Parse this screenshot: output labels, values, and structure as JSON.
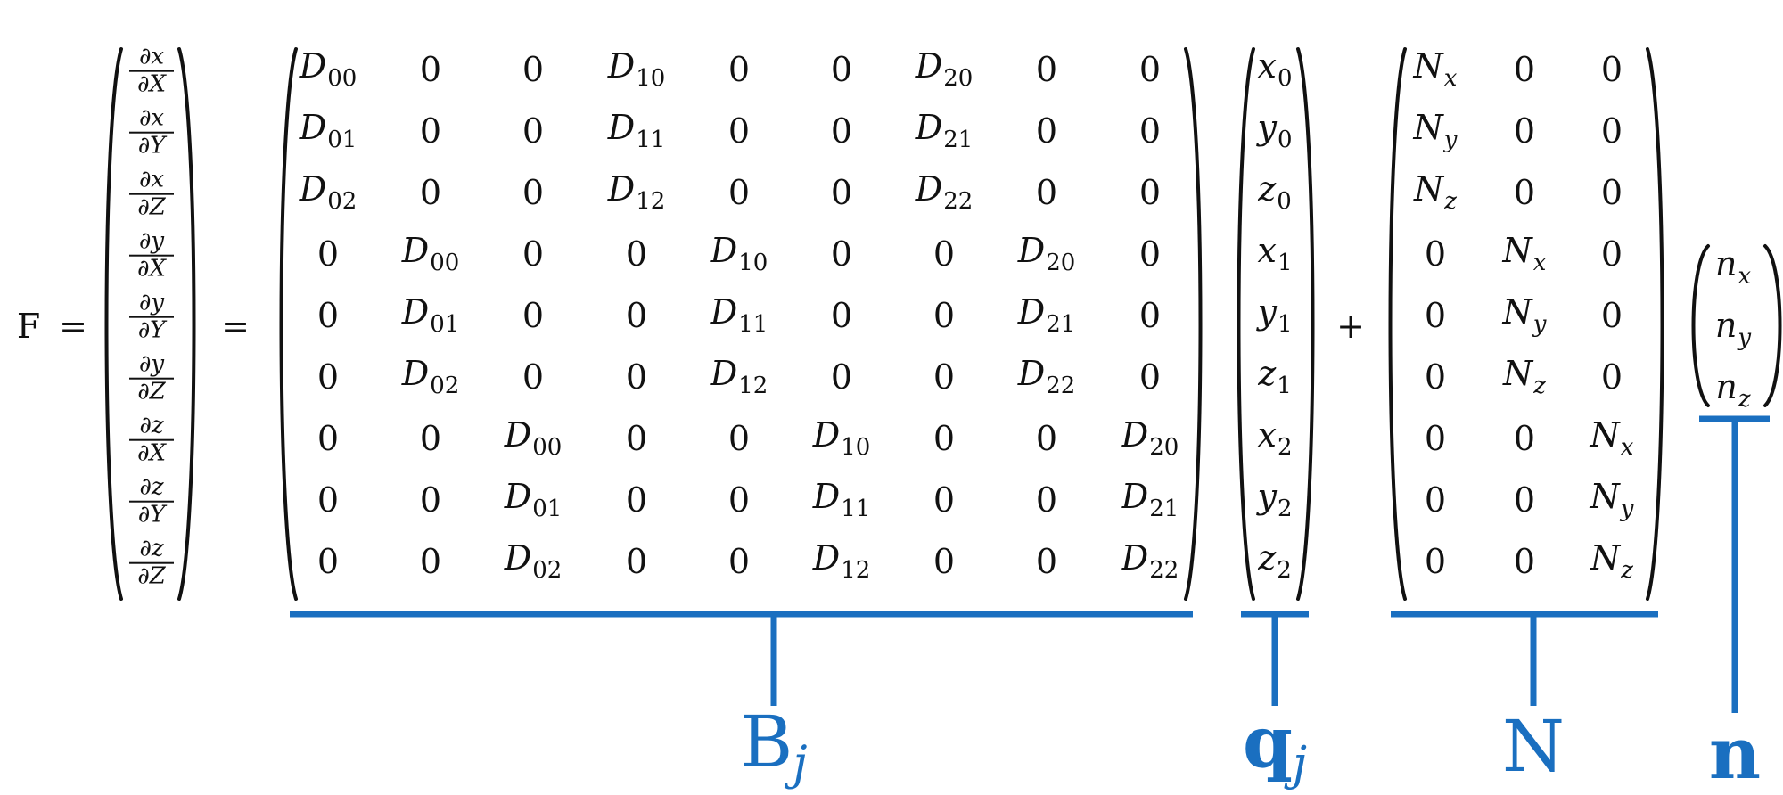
{
  "lhs_symbol": "F",
  "equals": "=",
  "plus": "+",
  "derivatives": [
    {
      "num": "∂x",
      "den": "∂X"
    },
    {
      "num": "∂x",
      "den": "∂Y"
    },
    {
      "num": "∂x",
      "den": "∂Z"
    },
    {
      "num": "∂y",
      "den": "∂X"
    },
    {
      "num": "∂y",
      "den": "∂Y"
    },
    {
      "num": "∂y",
      "den": "∂Z"
    },
    {
      "num": "∂z",
      "den": "∂X"
    },
    {
      "num": "∂z",
      "den": "∂Y"
    },
    {
      "num": "∂z",
      "den": "∂Z"
    }
  ],
  "B_matrix": [
    [
      [
        "D",
        "00"
      ],
      [
        "0",
        ""
      ],
      [
        "0",
        ""
      ],
      [
        "D",
        "10"
      ],
      [
        "0",
        ""
      ],
      [
        "0",
        ""
      ],
      [
        "D",
        "20"
      ],
      [
        "0",
        ""
      ],
      [
        "0",
        ""
      ]
    ],
    [
      [
        "D",
        "01"
      ],
      [
        "0",
        ""
      ],
      [
        "0",
        ""
      ],
      [
        "D",
        "11"
      ],
      [
        "0",
        ""
      ],
      [
        "0",
        ""
      ],
      [
        "D",
        "21"
      ],
      [
        "0",
        ""
      ],
      [
        "0",
        ""
      ]
    ],
    [
      [
        "D",
        "02"
      ],
      [
        "0",
        ""
      ],
      [
        "0",
        ""
      ],
      [
        "D",
        "12"
      ],
      [
        "0",
        ""
      ],
      [
        "0",
        ""
      ],
      [
        "D",
        "22"
      ],
      [
        "0",
        ""
      ],
      [
        "0",
        ""
      ]
    ],
    [
      [
        "0",
        ""
      ],
      [
        "D",
        "00"
      ],
      [
        "0",
        ""
      ],
      [
        "0",
        ""
      ],
      [
        "D",
        "10"
      ],
      [
        "0",
        ""
      ],
      [
        "0",
        ""
      ],
      [
        "D",
        "20"
      ],
      [
        "0",
        ""
      ]
    ],
    [
      [
        "0",
        ""
      ],
      [
        "D",
        "01"
      ],
      [
        "0",
        ""
      ],
      [
        "0",
        ""
      ],
      [
        "D",
        "11"
      ],
      [
        "0",
        ""
      ],
      [
        "0",
        ""
      ],
      [
        "D",
        "21"
      ],
      [
        "0",
        ""
      ]
    ],
    [
      [
        "0",
        ""
      ],
      [
        "D",
        "02"
      ],
      [
        "0",
        ""
      ],
      [
        "0",
        ""
      ],
      [
        "D",
        "12"
      ],
      [
        "0",
        ""
      ],
      [
        "0",
        ""
      ],
      [
        "D",
        "22"
      ],
      [
        "0",
        ""
      ]
    ],
    [
      [
        "0",
        ""
      ],
      [
        "0",
        ""
      ],
      [
        "D",
        "00"
      ],
      [
        "0",
        ""
      ],
      [
        "0",
        ""
      ],
      [
        "D",
        "10"
      ],
      [
        "0",
        ""
      ],
      [
        "0",
        ""
      ],
      [
        "D",
        "20"
      ]
    ],
    [
      [
        "0",
        ""
      ],
      [
        "0",
        ""
      ],
      [
        "D",
        "01"
      ],
      [
        "0",
        ""
      ],
      [
        "0",
        ""
      ],
      [
        "D",
        "11"
      ],
      [
        "0",
        ""
      ],
      [
        "0",
        ""
      ],
      [
        "D",
        "21"
      ]
    ],
    [
      [
        "0",
        ""
      ],
      [
        "0",
        ""
      ],
      [
        "D",
        "02"
      ],
      [
        "0",
        ""
      ],
      [
        "0",
        ""
      ],
      [
        "D",
        "12"
      ],
      [
        "0",
        ""
      ],
      [
        "0",
        ""
      ],
      [
        "D",
        "22"
      ]
    ]
  ],
  "q_vector": [
    [
      "x",
      "0"
    ],
    [
      "y",
      "0"
    ],
    [
      "z",
      "0"
    ],
    [
      "x",
      "1"
    ],
    [
      "y",
      "1"
    ],
    [
      "z",
      "1"
    ],
    [
      "x",
      "2"
    ],
    [
      "y",
      "2"
    ],
    [
      "z",
      "2"
    ]
  ],
  "N_matrix": [
    [
      [
        "N",
        "x"
      ],
      [
        "0",
        ""
      ],
      [
        "0",
        ""
      ]
    ],
    [
      [
        "N",
        "y"
      ],
      [
        "0",
        ""
      ],
      [
        "0",
        ""
      ]
    ],
    [
      [
        "N",
        "z"
      ],
      [
        "0",
        ""
      ],
      [
        "0",
        ""
      ]
    ],
    [
      [
        "0",
        ""
      ],
      [
        "N",
        "x"
      ],
      [
        "0",
        ""
      ]
    ],
    [
      [
        "0",
        ""
      ],
      [
        "N",
        "y"
      ],
      [
        "0",
        ""
      ]
    ],
    [
      [
        "0",
        ""
      ],
      [
        "N",
        "z"
      ],
      [
        "0",
        ""
      ]
    ],
    [
      [
        "0",
        ""
      ],
      [
        "0",
        ""
      ],
      [
        "N",
        "x"
      ]
    ],
    [
      [
        "0",
        ""
      ],
      [
        "0",
        ""
      ],
      [
        "N",
        "y"
      ]
    ],
    [
      [
        "0",
        ""
      ],
      [
        "0",
        ""
      ],
      [
        "N",
        "z"
      ]
    ]
  ],
  "n_vector": [
    [
      "n",
      "x"
    ],
    [
      "n",
      "y"
    ],
    [
      "n",
      "z"
    ]
  ],
  "labels": {
    "B": {
      "base": "B",
      "sub": "j",
      "bold": false
    },
    "q": {
      "base": "q",
      "sub": "j",
      "bold": true
    },
    "N": {
      "base": "N",
      "sub": "",
      "bold": false
    },
    "n": {
      "base": "n",
      "sub": "",
      "bold": true
    }
  },
  "accent_color": "#1a6fc0"
}
